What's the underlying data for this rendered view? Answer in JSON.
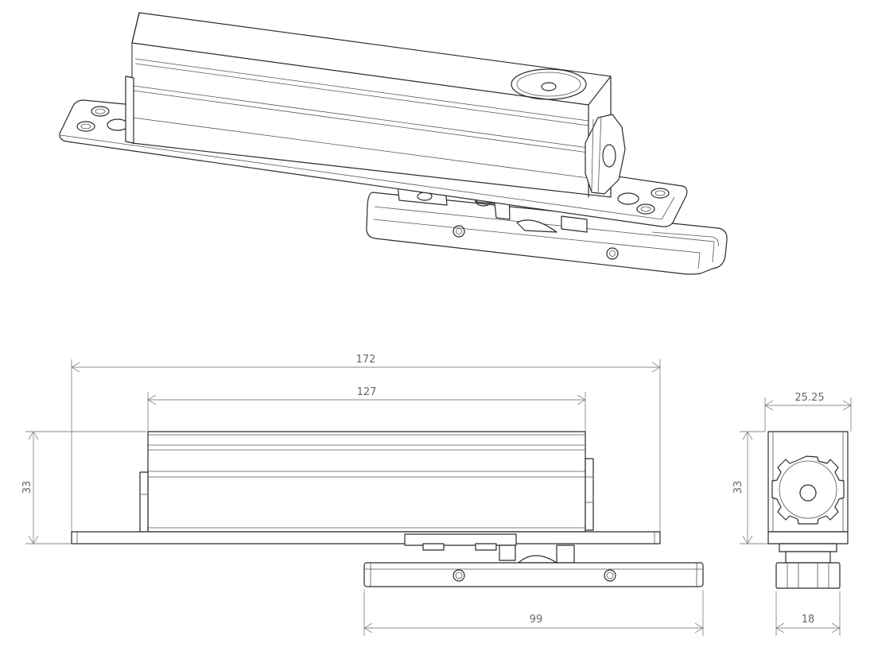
{
  "dimensions": {
    "front_overall_length": "172",
    "front_body_length": "127",
    "front_height": "33",
    "front_bottom_rail_length": "99",
    "side_width": "25.25",
    "side_height": "33",
    "side_bottom_width": "18"
  },
  "colors": {
    "line": "#2b2b2b",
    "dimension": "#8a8a8a",
    "dimension_text": "#666666",
    "background": "#ffffff"
  }
}
